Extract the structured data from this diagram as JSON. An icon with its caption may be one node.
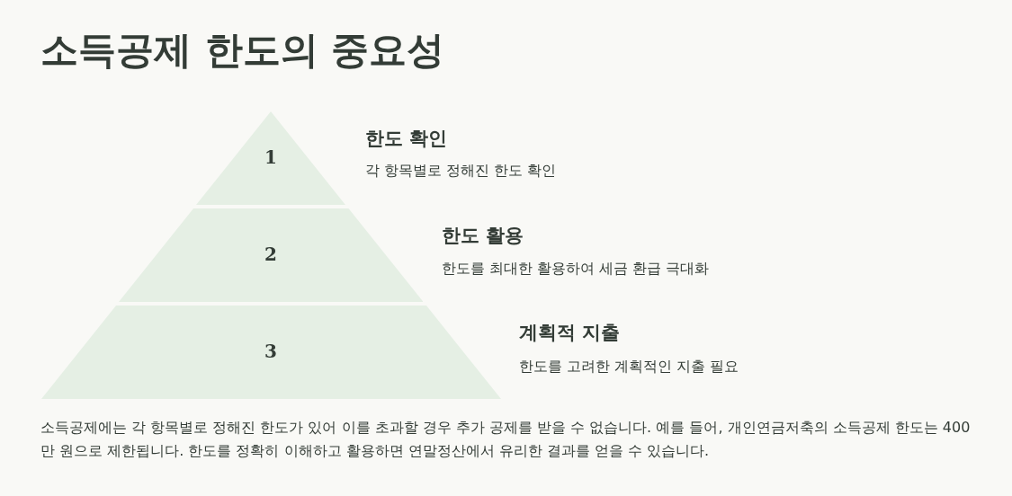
{
  "diagram": {
    "title": "소득공제 한도의 중요성",
    "nodes": [
      {
        "text": [
          "1"
        ],
        "beside": [
          "한도 확인",
          "각 항목별로 정해진 한도 확인"
        ]
      },
      {
        "text": [
          "2"
        ],
        "beside": [
          "한도 활용",
          "한도를 최대한 활용하여 세금 환급 극대화"
        ]
      },
      {
        "text": [
          "3"
        ],
        "beside": [
          "계획적 지출",
          "한도를 고려한 계획적인 지출 필요"
        ]
      }
    ],
    "edges": [],
    "caption": "소득공제에는 각 항목별로 정해진 한도가 있어 이를 초과할 경우 추가 공제를 받을 수 없습니다. 예를 들어, 개인연금저축의 소득공제 한도는 400만 원으로 제한됩니다. 한도를 정확히 이해하고 활용하면 연말정산에서 유리한 결과를 얻을 수 있습니다."
  }
}
